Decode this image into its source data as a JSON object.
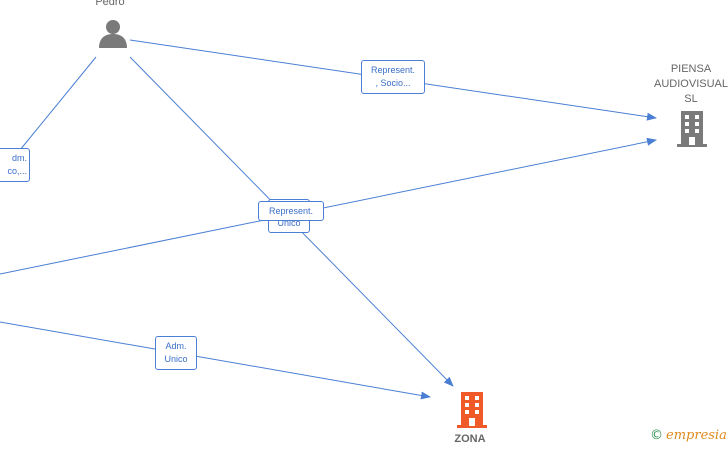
{
  "nodes": {
    "pedro": {
      "label": "Pedro",
      "icon": "person-icon",
      "color": "#7a7a7a"
    },
    "piensa": {
      "label": "PIENSA\nAUDIOVISUAL\nSL",
      "icon": "building-icon",
      "color": "#7a7a7a"
    },
    "zona": {
      "label": "ZONA",
      "icon": "building-icon",
      "color": "#f05a28"
    }
  },
  "edge_labels": {
    "pedro_piensa": "Represent.\n, Socio...",
    "pedro_zona_upper": "Represent.",
    "pedro_zona_lower": "Unico",
    "left_adm_partial": "dm.\nco,...",
    "left_zona": "Adm.\nUnico"
  },
  "colors": {
    "edge": "#4a7fd4",
    "label_text": "#3b6fc8"
  },
  "footer": {
    "copyright_symbol": "©",
    "brand": "mpresia",
    "brand_initial": "e"
  }
}
